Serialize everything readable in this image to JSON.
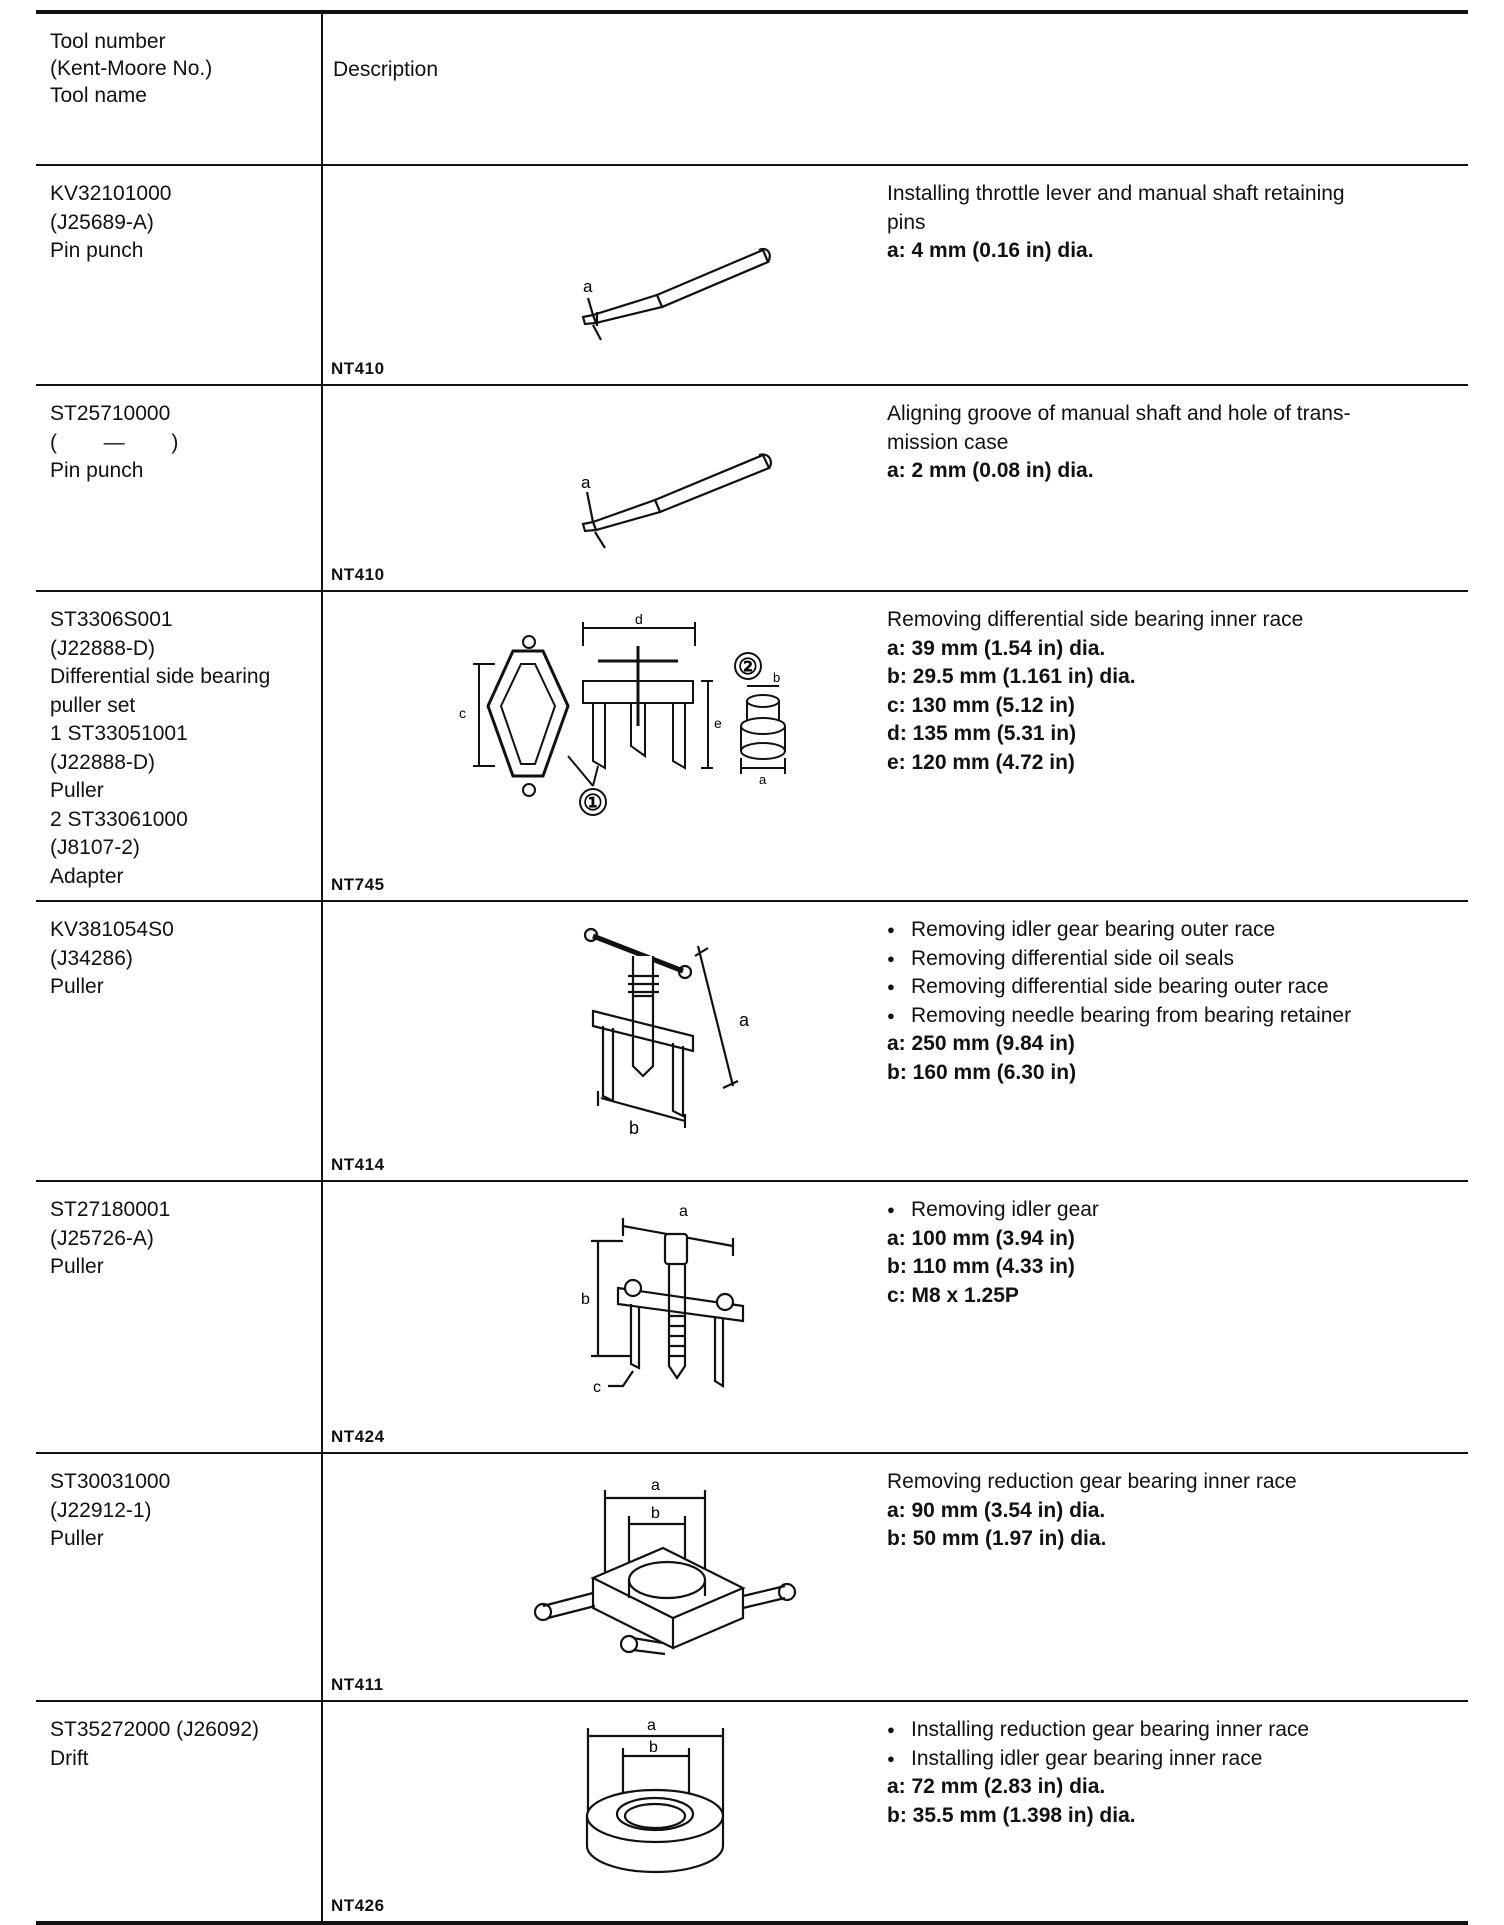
{
  "header": {
    "col1_lines": [
      "Tool number",
      "(Kent-Moore No.)",
      "Tool name"
    ],
    "col2": "Description"
  },
  "rows": [
    {
      "tool_lines": [
        "KV32101000",
        "(J25689-A)",
        "Pin punch"
      ],
      "figure_code": "NT410",
      "figure_labels": [
        "a"
      ],
      "desc": [
        "Installing throttle lever and manual shaft retaining",
        "pins"
      ],
      "specs": [
        "a: 4 mm (0.16 in) dia."
      ]
    },
    {
      "tool_lines": [
        "ST25710000",
        "(        —        )",
        "Pin punch"
      ],
      "figure_code": "NT410",
      "figure_labels": [
        "a"
      ],
      "desc": [
        "Aligning groove of manual shaft and hole of trans-",
        "mission case"
      ],
      "specs": [
        "a: 2 mm (0.08 in) dia."
      ]
    },
    {
      "tool_lines": [
        "ST3306S001",
        "(J22888-D)",
        "Differential side bearing",
        "puller set",
        "1 ST33051001",
        "(J22888-D)",
        "Puller",
        "2 ST33061000",
        "(J8107-2)",
        "Adapter"
      ],
      "figure_code": "NT745",
      "figure_labels": [
        "a",
        "b",
        "c",
        "d",
        "e",
        "①",
        "②"
      ],
      "desc": [
        "Removing differential side bearing inner race"
      ],
      "specs": [
        "a: 39 mm (1.54 in) dia.",
        "b: 29.5 mm (1.161 in) dia.",
        "c: 130 mm (5.12 in)",
        "d: 135 mm (5.31 in)",
        "e: 120 mm (4.72 in)"
      ]
    },
    {
      "tool_lines": [
        "KV381054S0",
        "(J34286)",
        "Puller"
      ],
      "figure_code": "NT414",
      "figure_labels": [
        "a",
        "b"
      ],
      "bullets": [
        "Removing idler gear bearing outer race",
        "Removing differential side oil seals",
        "Removing differential side bearing outer race",
        "Removing needle bearing from bearing retainer"
      ],
      "specs": [
        "a: 250 mm (9.84 in)",
        "b: 160 mm (6.30 in)"
      ]
    },
    {
      "tool_lines": [
        "ST27180001",
        "(J25726-A)",
        "Puller"
      ],
      "figure_code": "NT424",
      "figure_labels": [
        "a",
        "b",
        "c"
      ],
      "bullets": [
        "Removing idler gear"
      ],
      "specs": [
        "a: 100 mm (3.94 in)",
        "b: 110 mm (4.33 in)",
        "c: M8 x 1.25P"
      ]
    },
    {
      "tool_lines": [
        "ST30031000",
        "(J22912-1)",
        "Puller"
      ],
      "figure_code": "NT411",
      "figure_labels": [
        "a",
        "b"
      ],
      "desc": [
        "Removing reduction gear bearing inner race"
      ],
      "specs": [
        "a: 90 mm (3.54 in) dia.",
        "b: 50 mm (1.97 in) dia."
      ]
    },
    {
      "tool_lines": [
        "ST35272000 (J26092)",
        "Drift"
      ],
      "figure_code": "NT426",
      "figure_labels": [
        "a",
        "b"
      ],
      "bullets": [
        "Installing reduction gear bearing inner race",
        "Installing idler gear bearing inner race"
      ],
      "specs": [
        "a: 72 mm (2.83 in) dia.",
        "b: 35.5 mm (1.398 in) dia."
      ]
    }
  ]
}
